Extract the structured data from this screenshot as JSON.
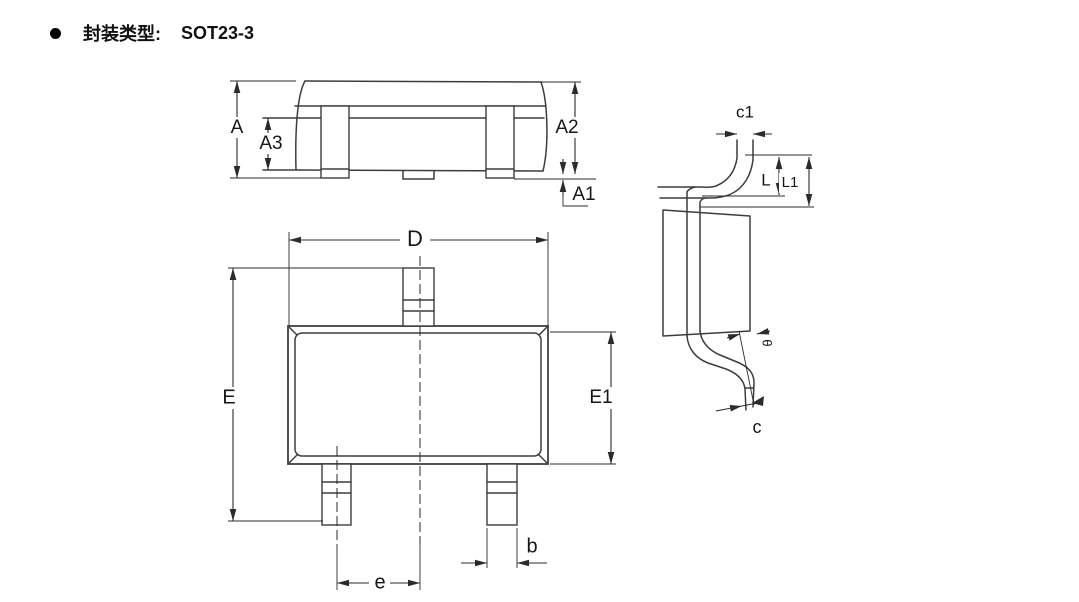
{
  "header": {
    "bullet_icon": "filled-circle",
    "label": "封装类型:",
    "package": "SOT23-3"
  },
  "views": {
    "front": {
      "name": "front-view",
      "labels": {
        "A": "A",
        "A3": "A3",
        "A2": "A2",
        "A1": "A1"
      }
    },
    "top": {
      "name": "top-view",
      "labels": {
        "D": "D",
        "E": "E",
        "E1": "E1",
        "e": "e",
        "b": "b"
      }
    },
    "side": {
      "name": "side-view",
      "labels": {
        "c1": "c1",
        "L": "L",
        "L1": "L1",
        "theta": "θ",
        "c": "c"
      }
    }
  }
}
